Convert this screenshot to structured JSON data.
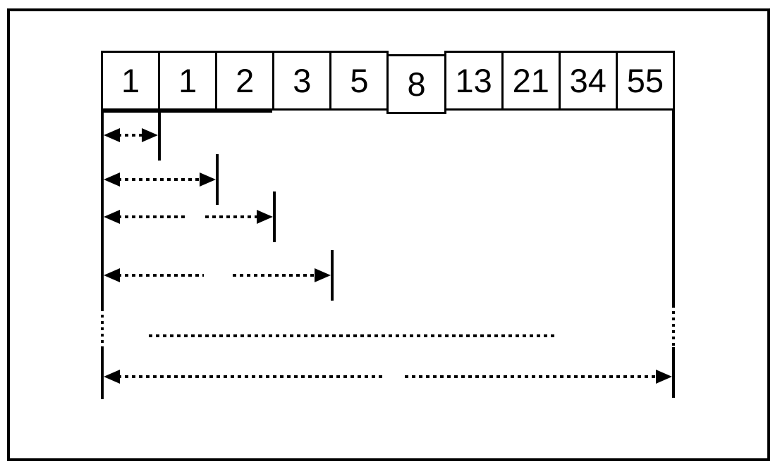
{
  "figure": {
    "description": "Fibonacci sequence boxes with dotted double-headed arrows measuring cumulative spans",
    "boxes": [
      "1",
      "1",
      "2",
      "3",
      "5",
      "8",
      "13",
      "21",
      "34",
      "55"
    ],
    "measures": [
      {
        "name": "span-1-box",
        "kind": "double-arrow",
        "spans_boxes": 1,
        "has_end_tick": true,
        "has_mid_gap": false
      },
      {
        "name": "span-2-boxes",
        "kind": "double-arrow",
        "spans_boxes": 2,
        "has_end_tick": true,
        "has_mid_gap": false
      },
      {
        "name": "span-3-boxes",
        "kind": "double-arrow",
        "spans_boxes": 3,
        "has_end_tick": true,
        "has_mid_gap": true
      },
      {
        "name": "span-4-boxes",
        "kind": "double-arrow",
        "spans_boxes": 4,
        "has_end_tick": true,
        "has_mid_gap": true
      },
      {
        "name": "continuation-ellipsis",
        "kind": "dotted-line",
        "spans_boxes": null,
        "has_end_tick": false,
        "has_mid_gap": false
      },
      {
        "name": "span-all-boxes",
        "kind": "double-arrow",
        "spans_boxes": 10,
        "has_end_tick": false,
        "has_mid_gap": true
      }
    ],
    "extent_lines": {
      "left": {
        "style": "solid-dotted-solid"
      },
      "right": {
        "style": "solid-dotted-solid"
      }
    },
    "colors": {
      "ink": "#000000",
      "paper": "#ffffff"
    }
  }
}
